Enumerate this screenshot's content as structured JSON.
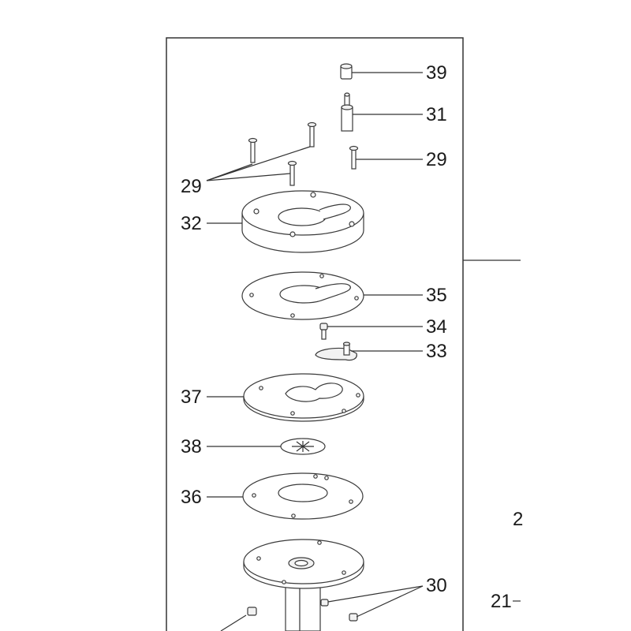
{
  "callouts": {
    "c39": "39",
    "c31": "31",
    "c29_right": "29",
    "c29_left": "29",
    "c32": "32",
    "c35": "35",
    "c34": "34",
    "c33": "33",
    "c37": "37",
    "c38": "38",
    "c36": "36",
    "c30": "30",
    "c2_partial": "2",
    "c21_partial": "21"
  }
}
